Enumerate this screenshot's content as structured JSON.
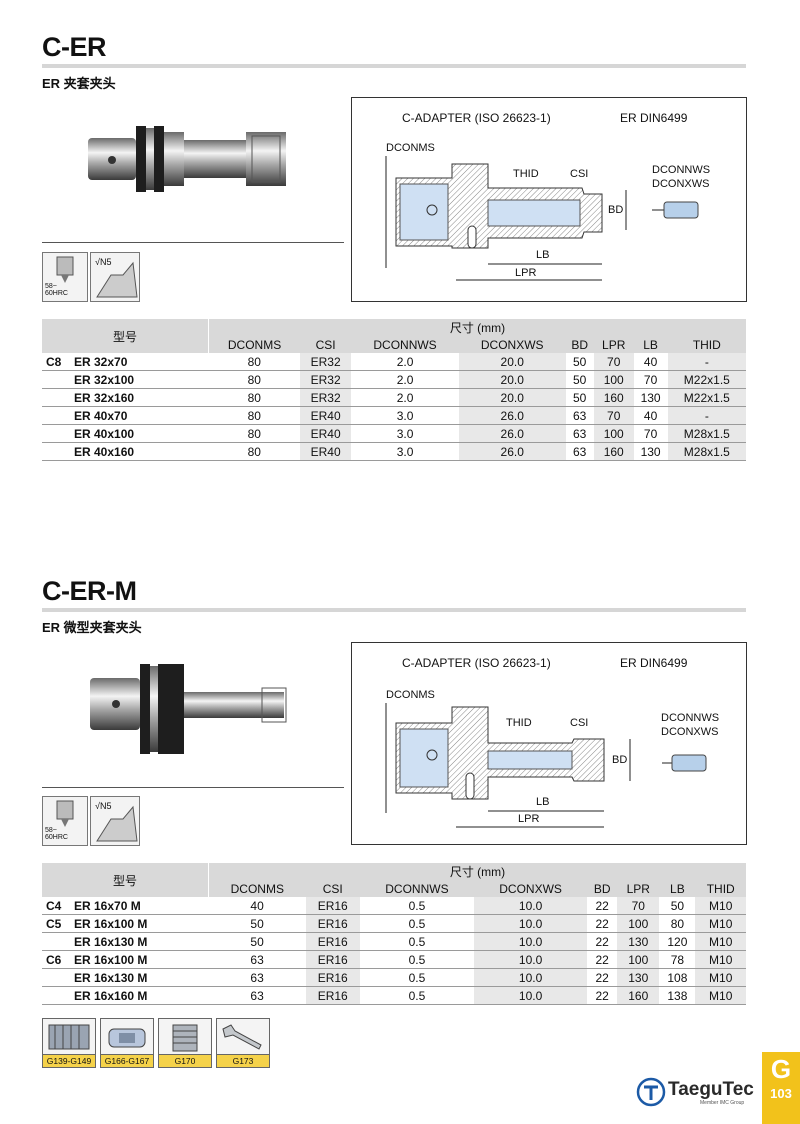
{
  "colors": {
    "tab_yellow": "#f2c21b",
    "table_head": "#d9d9d9",
    "table_grey_col": "#e8e8e8"
  },
  "sections": [
    {
      "title": "C-ER",
      "subtitle": "ER 夹套夹头",
      "drawing": {
        "title_left": "C-ADAPTER (ISO 26623-1)",
        "title_right": "ER DIN6499",
        "labels": {
          "dconms": "DCONMS",
          "thid": "THID",
          "csi": "CSI",
          "bd": "BD",
          "lb": "LB",
          "lpr": "LPR",
          "dconnws": "DCONNWS",
          "dconxws": "DCONXWS"
        }
      },
      "badge": {
        "hardness": "58~\n60HRC",
        "finish": "√N5"
      },
      "table": {
        "model_header": "型号",
        "dim_header": "尺寸 (mm)",
        "columns": [
          "DCONMS",
          "CSI",
          "DCONNWS",
          "DCONXWS",
          "BD",
          "LPR",
          "LB",
          "THID"
        ],
        "rows": [
          {
            "prefix": "C8",
            "model": "ER 32x70",
            "cells": [
              "80",
              "ER32",
              "2.0",
              "20.0",
              "50",
              "70",
              "40",
              "-"
            ]
          },
          {
            "prefix": "",
            "model": "ER 32x100",
            "cells": [
              "80",
              "ER32",
              "2.0",
              "20.0",
              "50",
              "100",
              "70",
              "M22x1.5"
            ]
          },
          {
            "prefix": "",
            "model": "ER 32x160",
            "cells": [
              "80",
              "ER32",
              "2.0",
              "20.0",
              "50",
              "160",
              "130",
              "M22x1.5"
            ]
          },
          {
            "prefix": "",
            "model": "ER 40x70",
            "cells": [
              "80",
              "ER40",
              "3.0",
              "26.0",
              "63",
              "70",
              "40",
              "-"
            ]
          },
          {
            "prefix": "",
            "model": "ER 40x100",
            "cells": [
              "80",
              "ER40",
              "3.0",
              "26.0",
              "63",
              "100",
              "70",
              "M28x1.5"
            ]
          },
          {
            "prefix": "",
            "model": "ER 40x160",
            "cells": [
              "80",
              "ER40",
              "3.0",
              "26.0",
              "63",
              "160",
              "130",
              "M28x1.5"
            ]
          }
        ]
      }
    },
    {
      "title": "C-ER-M",
      "subtitle": "ER 微型夹套夹头",
      "drawing": {
        "title_left": "C-ADAPTER (ISO 26623-1)",
        "title_right": "ER DIN6499",
        "labels": {
          "dconms": "DCONMS",
          "thid": "THID",
          "csi": "CSI",
          "bd": "BD",
          "lb": "LB",
          "lpr": "LPR",
          "dconnws": "DCONNWS",
          "dconxws": "DCONXWS"
        }
      },
      "badge": {
        "hardness": "58~\n60HRC",
        "finish": "√N5"
      },
      "table": {
        "model_header": "型号",
        "dim_header": "尺寸 (mm)",
        "columns": [
          "DCONMS",
          "CSI",
          "DCONNWS",
          "DCONXWS",
          "BD",
          "LPR",
          "LB",
          "THID"
        ],
        "rows": [
          {
            "prefix": "C4",
            "model": "ER 16x70 M",
            "cells": [
              "40",
              "ER16",
              "0.5",
              "10.0",
              "22",
              "70",
              "50",
              "M10"
            ]
          },
          {
            "prefix": "C5",
            "model": "ER 16x100 M",
            "cells": [
              "50",
              "ER16",
              "0.5",
              "10.0",
              "22",
              "100",
              "80",
              "M10"
            ]
          },
          {
            "prefix": "",
            "model": "ER 16x130 M",
            "cells": [
              "50",
              "ER16",
              "0.5",
              "10.0",
              "22",
              "130",
              "120",
              "M10"
            ]
          },
          {
            "prefix": "C6",
            "model": "ER 16x100 M",
            "cells": [
              "63",
              "ER16",
              "0.5",
              "10.0",
              "22",
              "100",
              "78",
              "M10"
            ]
          },
          {
            "prefix": "",
            "model": "ER 16x130 M",
            "cells": [
              "63",
              "ER16",
              "0.5",
              "10.0",
              "22",
              "130",
              "108",
              "M10"
            ]
          },
          {
            "prefix": "",
            "model": "ER 16x160 M",
            "cells": [
              "63",
              "ER16",
              "0.5",
              "10.0",
              "22",
              "160",
              "138",
              "M10"
            ]
          }
        ]
      }
    }
  ],
  "accessories": [
    {
      "label": "G139-G149",
      "icon": "collet-set-icon"
    },
    {
      "label": "G166-G167",
      "icon": "clamping-nut-icon"
    },
    {
      "label": "G170",
      "icon": "stop-screw-icon"
    },
    {
      "label": "G173",
      "icon": "wrench-icon"
    }
  ],
  "brand": {
    "name": "TaeguTec",
    "tagline": "Member IMC Group"
  },
  "page_tab": {
    "letter": "G",
    "number": "103"
  }
}
